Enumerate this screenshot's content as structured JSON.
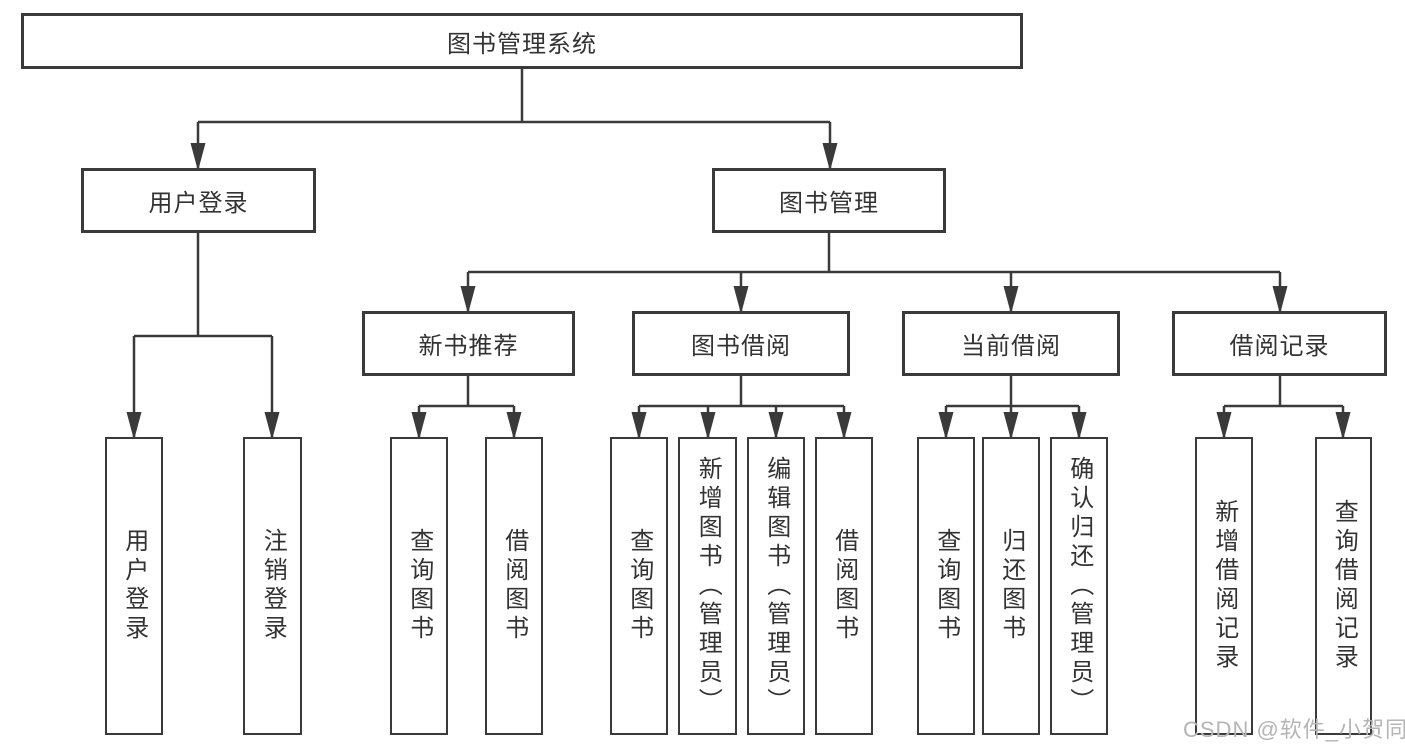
{
  "diagram": {
    "type": "hierarchy-tree",
    "tree": {
      "root": {
        "label": "图书管理系统",
        "children": [
          {
            "label": "用户登录",
            "children": [
              {
                "label": "用户登录"
              },
              {
                "label": "注销登录"
              }
            ]
          },
          {
            "label": "图书管理",
            "children": [
              {
                "label": "新书推荐",
                "children": [
                  {
                    "label": "查询图书"
                  },
                  {
                    "label": "借阅图书"
                  }
                ]
              },
              {
                "label": "图书借阅",
                "children": [
                  {
                    "label": "查询图书"
                  },
                  {
                    "label": "新增图书（管理员）"
                  },
                  {
                    "label": "编辑图书（管理员）"
                  },
                  {
                    "label": "借阅图书"
                  }
                ]
              },
              {
                "label": "当前借阅",
                "children": [
                  {
                    "label": "查询图书"
                  },
                  {
                    "label": "归还图书"
                  },
                  {
                    "label": "确认归还（管理员）"
                  }
                ]
              },
              {
                "label": "借阅记录",
                "children": [
                  {
                    "label": "新增借阅记录"
                  },
                  {
                    "label": "查询借阅记录"
                  }
                ]
              }
            ]
          }
        ]
      }
    },
    "colors": {
      "line": "#3a3a3a",
      "text": "#333333",
      "background": "#ffffff",
      "watermark_text_color": "#b5b5b5"
    }
  },
  "watermark": {
    "text": "CSDN @软件_小贺同学"
  }
}
